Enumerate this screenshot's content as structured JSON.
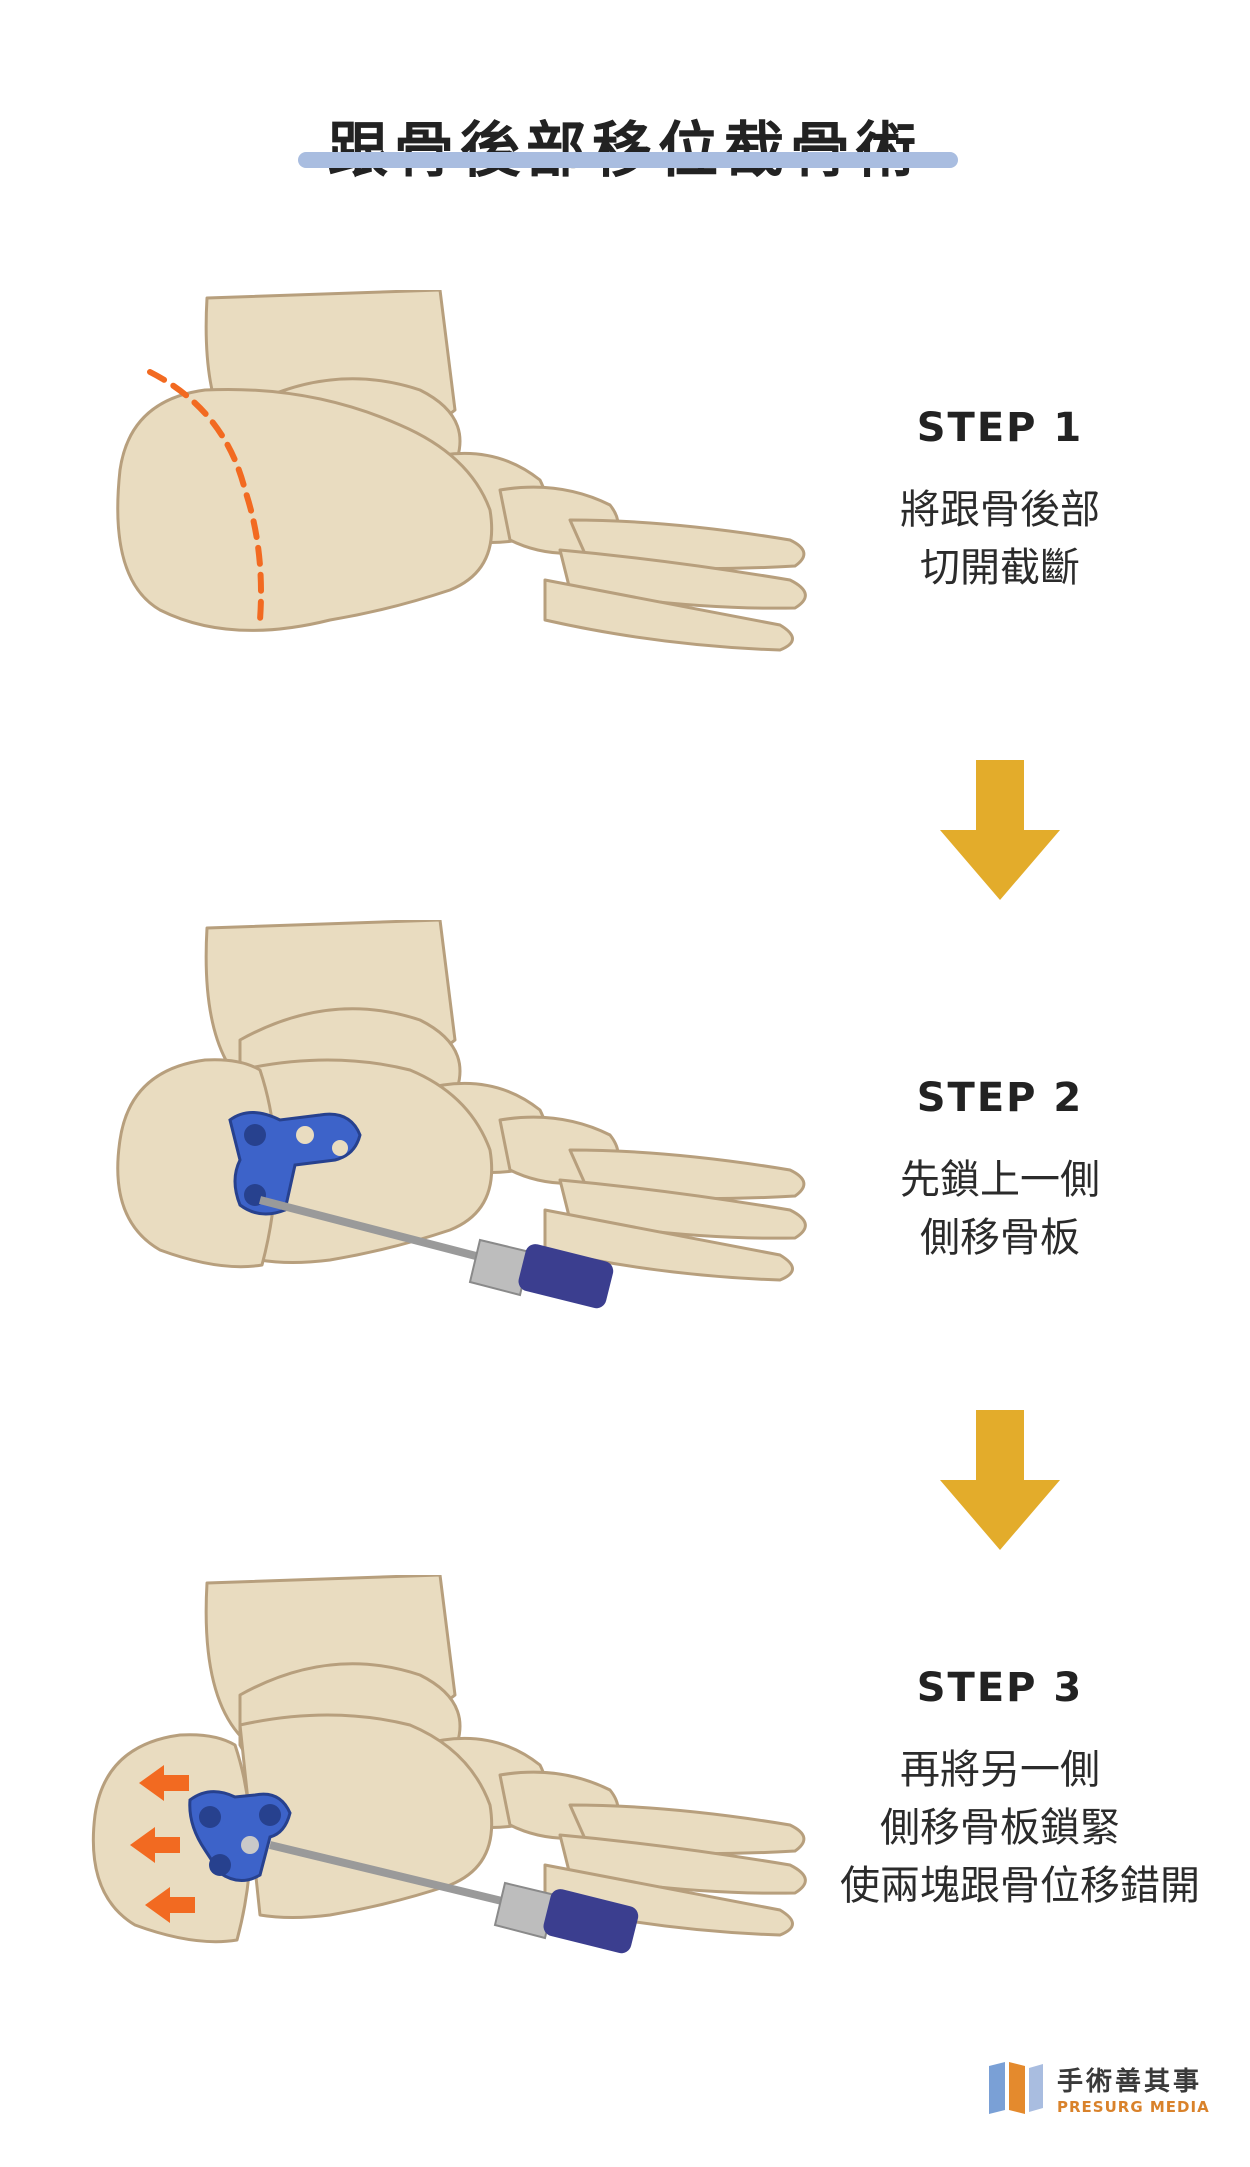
{
  "title": "跟骨後部移位截骨術",
  "steps": [
    {
      "label": "STEP 1",
      "lines": [
        "將跟骨後部",
        "切開截斷"
      ]
    },
    {
      "label": "STEP 2",
      "lines": [
        "先鎖上一側",
        "側移骨板"
      ]
    },
    {
      "label": "STEP 3",
      "lines": [
        "再將另一側",
        "側移骨板鎖緊",
        "使兩塊跟骨位移錯開"
      ]
    }
  ],
  "logo": {
    "name_cn": "手術善其事",
    "name_en": "PRESURG MEDIA"
  },
  "colors": {
    "bone": "#e9dcc0",
    "bone_outline": "#b79f7d",
    "cut_line": "#f26a21",
    "arrow": "#e3ac2b",
    "plate": "#3d63c9",
    "handle": "#3b3e8f",
    "title_underline": "#a9bde0",
    "push_arrows": "#f26a21"
  }
}
